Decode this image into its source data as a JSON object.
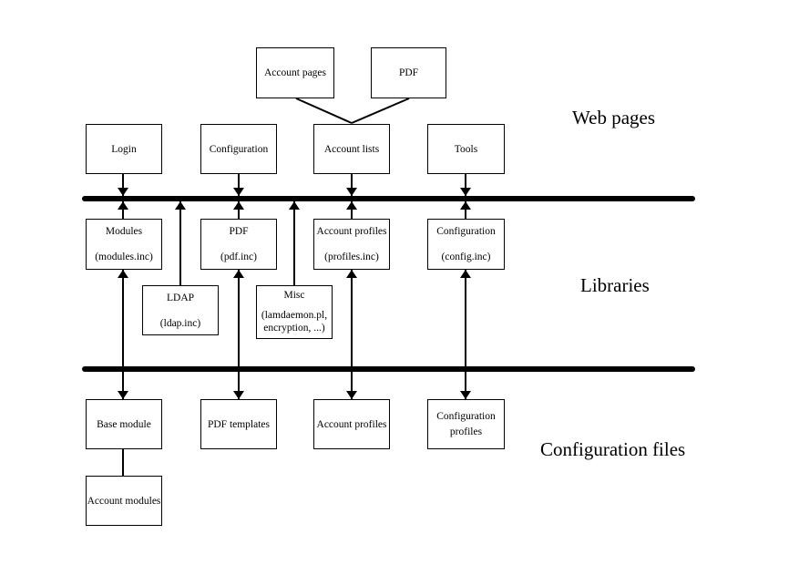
{
  "page": {
    "background_color": "#ffffff",
    "ink_color": "#000000"
  },
  "section_labels": {
    "web_pages": "Web pages",
    "libraries": "Libraries",
    "configuration_files": "Configuration files"
  },
  "boxes": {
    "account_pages": {
      "label": "Account pages"
    },
    "pdf_page": {
      "label": "PDF"
    },
    "login": {
      "label": "Login"
    },
    "configuration_page": {
      "label": "Configuration"
    },
    "account_lists": {
      "label": "Account lists"
    },
    "tools": {
      "label": "Tools"
    },
    "modules_lib": {
      "name": "Modules",
      "file": "(modules.inc)"
    },
    "pdf_lib": {
      "name": "PDF",
      "file": "(pdf.inc)"
    },
    "account_profiles_lib": {
      "name": "Account profiles",
      "file": "(profiles.inc)"
    },
    "configuration_lib": {
      "name": "Configuration",
      "file": "(config.inc)"
    },
    "ldap_lib": {
      "name": "LDAP",
      "file": "(ldap.inc)"
    },
    "misc_lib": {
      "name": "Misc",
      "file": "(lamdaemon.pl, encryption, ...)"
    },
    "base_module": {
      "label": "Base module"
    },
    "pdf_templates": {
      "label": "PDF templates"
    },
    "account_profiles_files": {
      "label": "Account profiles"
    },
    "configuration_profiles": {
      "label": "Configuration profiles"
    },
    "account_modules": {
      "label": "Account modules"
    }
  }
}
